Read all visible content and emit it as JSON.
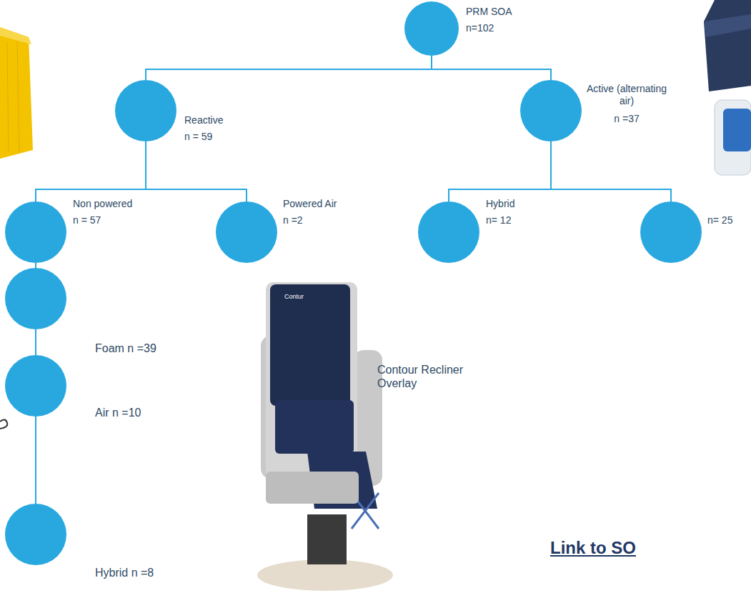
{
  "diagram": {
    "nodes": [
      {
        "text": [
          "PRM SOA",
          "n=102"
        ]
      },
      {
        "text": [
          "Reactive",
          "n = 59"
        ]
      },
      {
        "text": [
          "Active (alternating air)",
          "n =37"
        ]
      },
      {
        "text": [
          "Non powered",
          "n = 57"
        ]
      },
      {
        "text": [
          "Powered Air",
          "n =2"
        ]
      },
      {
        "text": [
          "Hybrid",
          "n= 12"
        ]
      },
      {
        "text": [
          "n= 25"
        ]
      },
      {
        "text": [
          "Foam n =39"
        ]
      },
      {
        "text": [
          "Air n =10"
        ]
      },
      {
        "text": [
          "Hybrid n =8"
        ]
      }
    ],
    "edges": [
      {
        "from": 0,
        "to": 1,
        "arrow": "none"
      },
      {
        "from": 0,
        "to": 2,
        "arrow": "none"
      },
      {
        "from": 1,
        "to": 3,
        "arrow": "none"
      },
      {
        "from": 1,
        "to": 4,
        "arrow": "none"
      },
      {
        "from": 2,
        "to": 5,
        "arrow": "none"
      },
      {
        "from": 2,
        "to": 6,
        "arrow": "none"
      },
      {
        "from": 3,
        "to": 7,
        "arrow": "none"
      },
      {
        "from": 7,
        "to": 8,
        "arrow": "none"
      },
      {
        "from": 8,
        "to": 9,
        "arrow": "none"
      }
    ],
    "labels": [
      "Contour Recliner Overlay",
      "Contur",
      "Link to SO"
    ]
  }
}
